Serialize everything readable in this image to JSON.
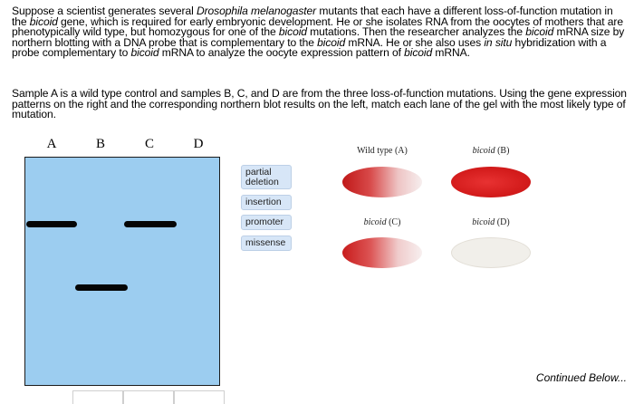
{
  "intro": {
    "t1": "Suppose a scientist generates several ",
    "t2": "Drosophila melanogaster",
    "t3": " mutants that each have a different loss-of-function mutation in the ",
    "t4": "bicoid",
    "t5": " gene, which is required for early embryonic development. He or she isolates RNA from the oocytes of mothers that are phenotypically wild type, but homozygous for one of the ",
    "t6": "bicoid",
    "t7": " mutations. Then the researcher analyzes the ",
    "t8": "bicoid",
    "t9": " mRNA size by northern blotting with a DNA probe that is complementary to the ",
    "t10": "bicoid",
    "t11": " mRNA. He or she also uses ",
    "t12": "in situ",
    "t13": " hybridization with a probe complementary to ",
    "t14": "bicoid",
    "t15": " mRNA to analyze the oocyte expression pattern of ",
    "t16": "bicoid",
    "t17": " mRNA."
  },
  "instruction": "Sample A is a wild type control and samples B, C, and D are from the three loss-of-function mutations. Using the gene expression patterns on the right and the corresponding northern blot results on the left, match each lane of the gel with the most likely type of mutation.",
  "gel": {
    "lanes": [
      "A",
      "B",
      "C",
      "D"
    ],
    "bands": [
      {
        "lane": "A",
        "size": "full length"
      },
      {
        "lane": "C",
        "size": "full length"
      },
      {
        "lane": "B",
        "size": "shorter"
      }
    ],
    "color": "#9ccdf0"
  },
  "options": [
    "partial deletion",
    "insertion",
    "promoter",
    "missense"
  ],
  "embryos": {
    "a": {
      "label_main": "Wild type (A)",
      "label_italic": "",
      "label_suffix": ""
    },
    "b": {
      "label_main": "",
      "label_italic": "bicoid",
      "label_suffix": " (B)"
    },
    "c": {
      "label_main": "",
      "label_italic": "bicoid",
      "label_suffix": " (C)"
    },
    "d": {
      "label_main": "",
      "label_italic": "bicoid",
      "label_suffix": " (D)"
    }
  },
  "continued": "Continued Below..."
}
